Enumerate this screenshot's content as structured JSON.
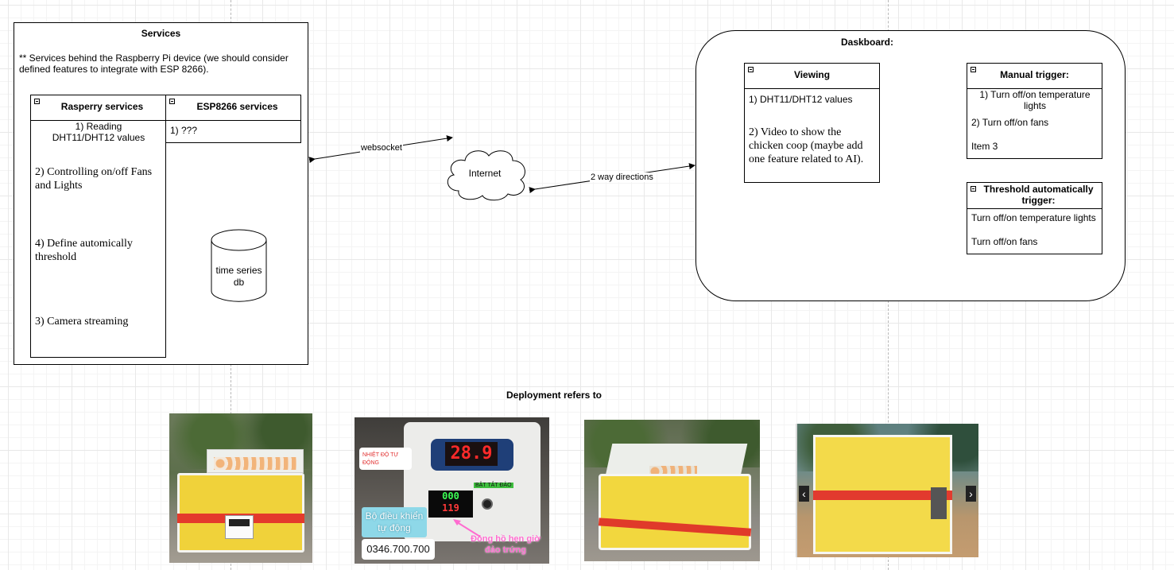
{
  "services": {
    "title": "Services",
    "description": "** Services behind the Raspberry Pi device (we should consider defined features to integrate with ESP 8266).",
    "rasp": {
      "title": "Rasperry services",
      "item1": "1) Reading DHT11/DHT12 values",
      "item2": "2) Controlling on/off  Fans and Lights",
      "item3": "4) Define automically threshold",
      "item4": "3) Camera streaming"
    },
    "esp": {
      "title": "ESP8266 services",
      "item1": "1) ???"
    },
    "db": {
      "label": "time series db"
    }
  },
  "connections": {
    "websocket": "websocket",
    "internet": "Internet",
    "two_way": "2 way directions"
  },
  "dashboard": {
    "title": "Daskboard:",
    "viewing": {
      "title": "Viewing",
      "item1": "1) DHT11/DHT12 values",
      "item2": "2) Video to show the chicken coop (maybe add one feature related to AI)."
    },
    "manual": {
      "title": "Manual trigger:",
      "item1": "1) Turn off/on temperature lights",
      "item2": "2) Turn off/on fans",
      "item3": "Item 3"
    },
    "threshold": {
      "title": "Threshold automatically trigger:",
      "item1": "Turn off/on temperature lights",
      "item2": "Turn off/on fans"
    }
  },
  "deployment": {
    "title": "Deployment refers to",
    "photo2": {
      "display1": "28.9",
      "display2a": "000",
      "display2b": "119",
      "label_temp": "NHIỆT ĐỘ TỰ ĐỘNG",
      "label_switch": "BẬT TẮT ĐẢO",
      "label_controller": "Bộ điều khiển tự động",
      "phone": "0346.700.700",
      "label_timer": "Đồng hồ hẹn giờ đảo trứng"
    },
    "photo4": {
      "prev": "‹",
      "next": "›"
    }
  }
}
